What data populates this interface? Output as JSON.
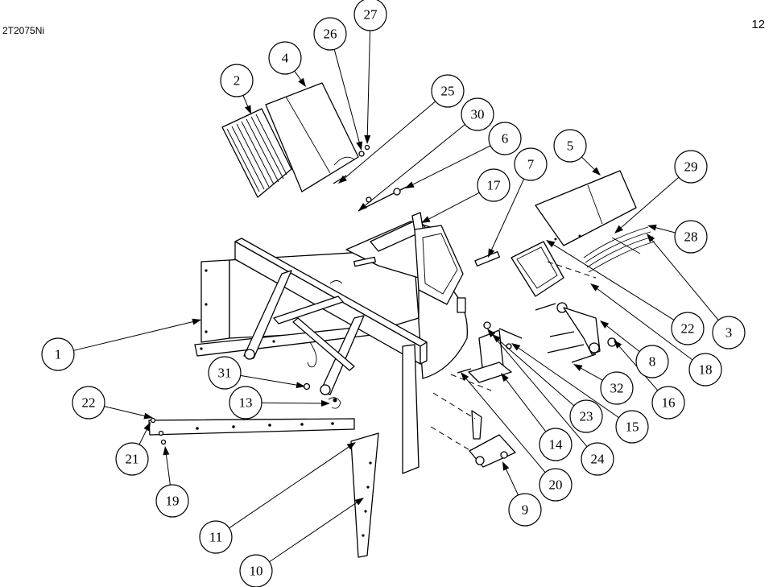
{
  "header": {
    "model": "2T2075Ni",
    "page_number": "12"
  },
  "callouts": [
    {
      "id": "c1",
      "label": "1"
    },
    {
      "id": "c2",
      "label": "2"
    },
    {
      "id": "c3",
      "label": "3"
    },
    {
      "id": "c4",
      "label": "4"
    },
    {
      "id": "c5",
      "label": "5"
    },
    {
      "id": "c6",
      "label": "6"
    },
    {
      "id": "c7",
      "label": "7"
    },
    {
      "id": "c8",
      "label": "8"
    },
    {
      "id": "c9",
      "label": "9"
    },
    {
      "id": "c10",
      "label": "10"
    },
    {
      "id": "c11",
      "label": "11"
    },
    {
      "id": "c13",
      "label": "13"
    },
    {
      "id": "c14",
      "label": "14"
    },
    {
      "id": "c15",
      "label": "15"
    },
    {
      "id": "c16",
      "label": "16"
    },
    {
      "id": "c17",
      "label": "17"
    },
    {
      "id": "c18",
      "label": "18"
    },
    {
      "id": "c19",
      "label": "19"
    },
    {
      "id": "c20",
      "label": "20"
    },
    {
      "id": "c21",
      "label": "21"
    },
    {
      "id": "c22a",
      "label": "22"
    },
    {
      "id": "c22b",
      "label": "22"
    },
    {
      "id": "c23",
      "label": "23"
    },
    {
      "id": "c24",
      "label": "24"
    },
    {
      "id": "c25",
      "label": "25"
    },
    {
      "id": "c26",
      "label": "26"
    },
    {
      "id": "c27",
      "label": "27"
    },
    {
      "id": "c28",
      "label": "28"
    },
    {
      "id": "c29",
      "label": "29"
    },
    {
      "id": "c30",
      "label": "30"
    },
    {
      "id": "c31",
      "label": "31"
    },
    {
      "id": "c32",
      "label": "32"
    }
  ]
}
